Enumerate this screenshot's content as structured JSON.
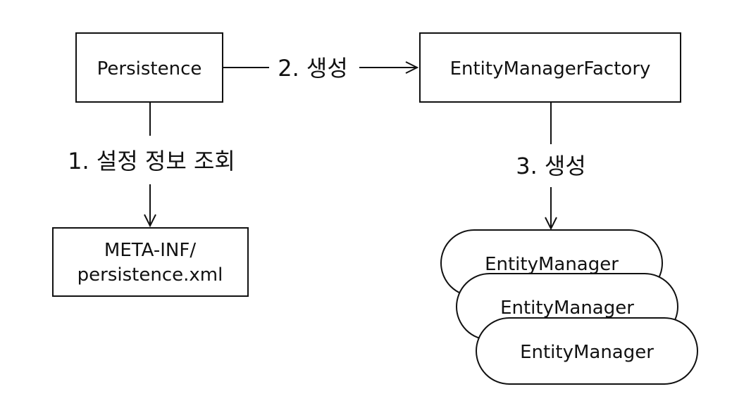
{
  "nodes": {
    "persistence": {
      "label": "Persistence"
    },
    "factory": {
      "label": "EntityManagerFactory"
    },
    "config": {
      "line1": "META-INF/",
      "line2": "persistence.xml"
    },
    "managers": [
      {
        "label": "EntityManager"
      },
      {
        "label": "EntityManager"
      },
      {
        "label": "EntityManager"
      }
    ]
  },
  "edges": {
    "read_config": {
      "label": "1. 설정 정보 조회"
    },
    "create_factory": {
      "label": "2. 생성"
    },
    "create_manager": {
      "label": "3. 생성"
    }
  },
  "colors": {
    "stroke": "#111111",
    "background": "#ffffff"
  }
}
